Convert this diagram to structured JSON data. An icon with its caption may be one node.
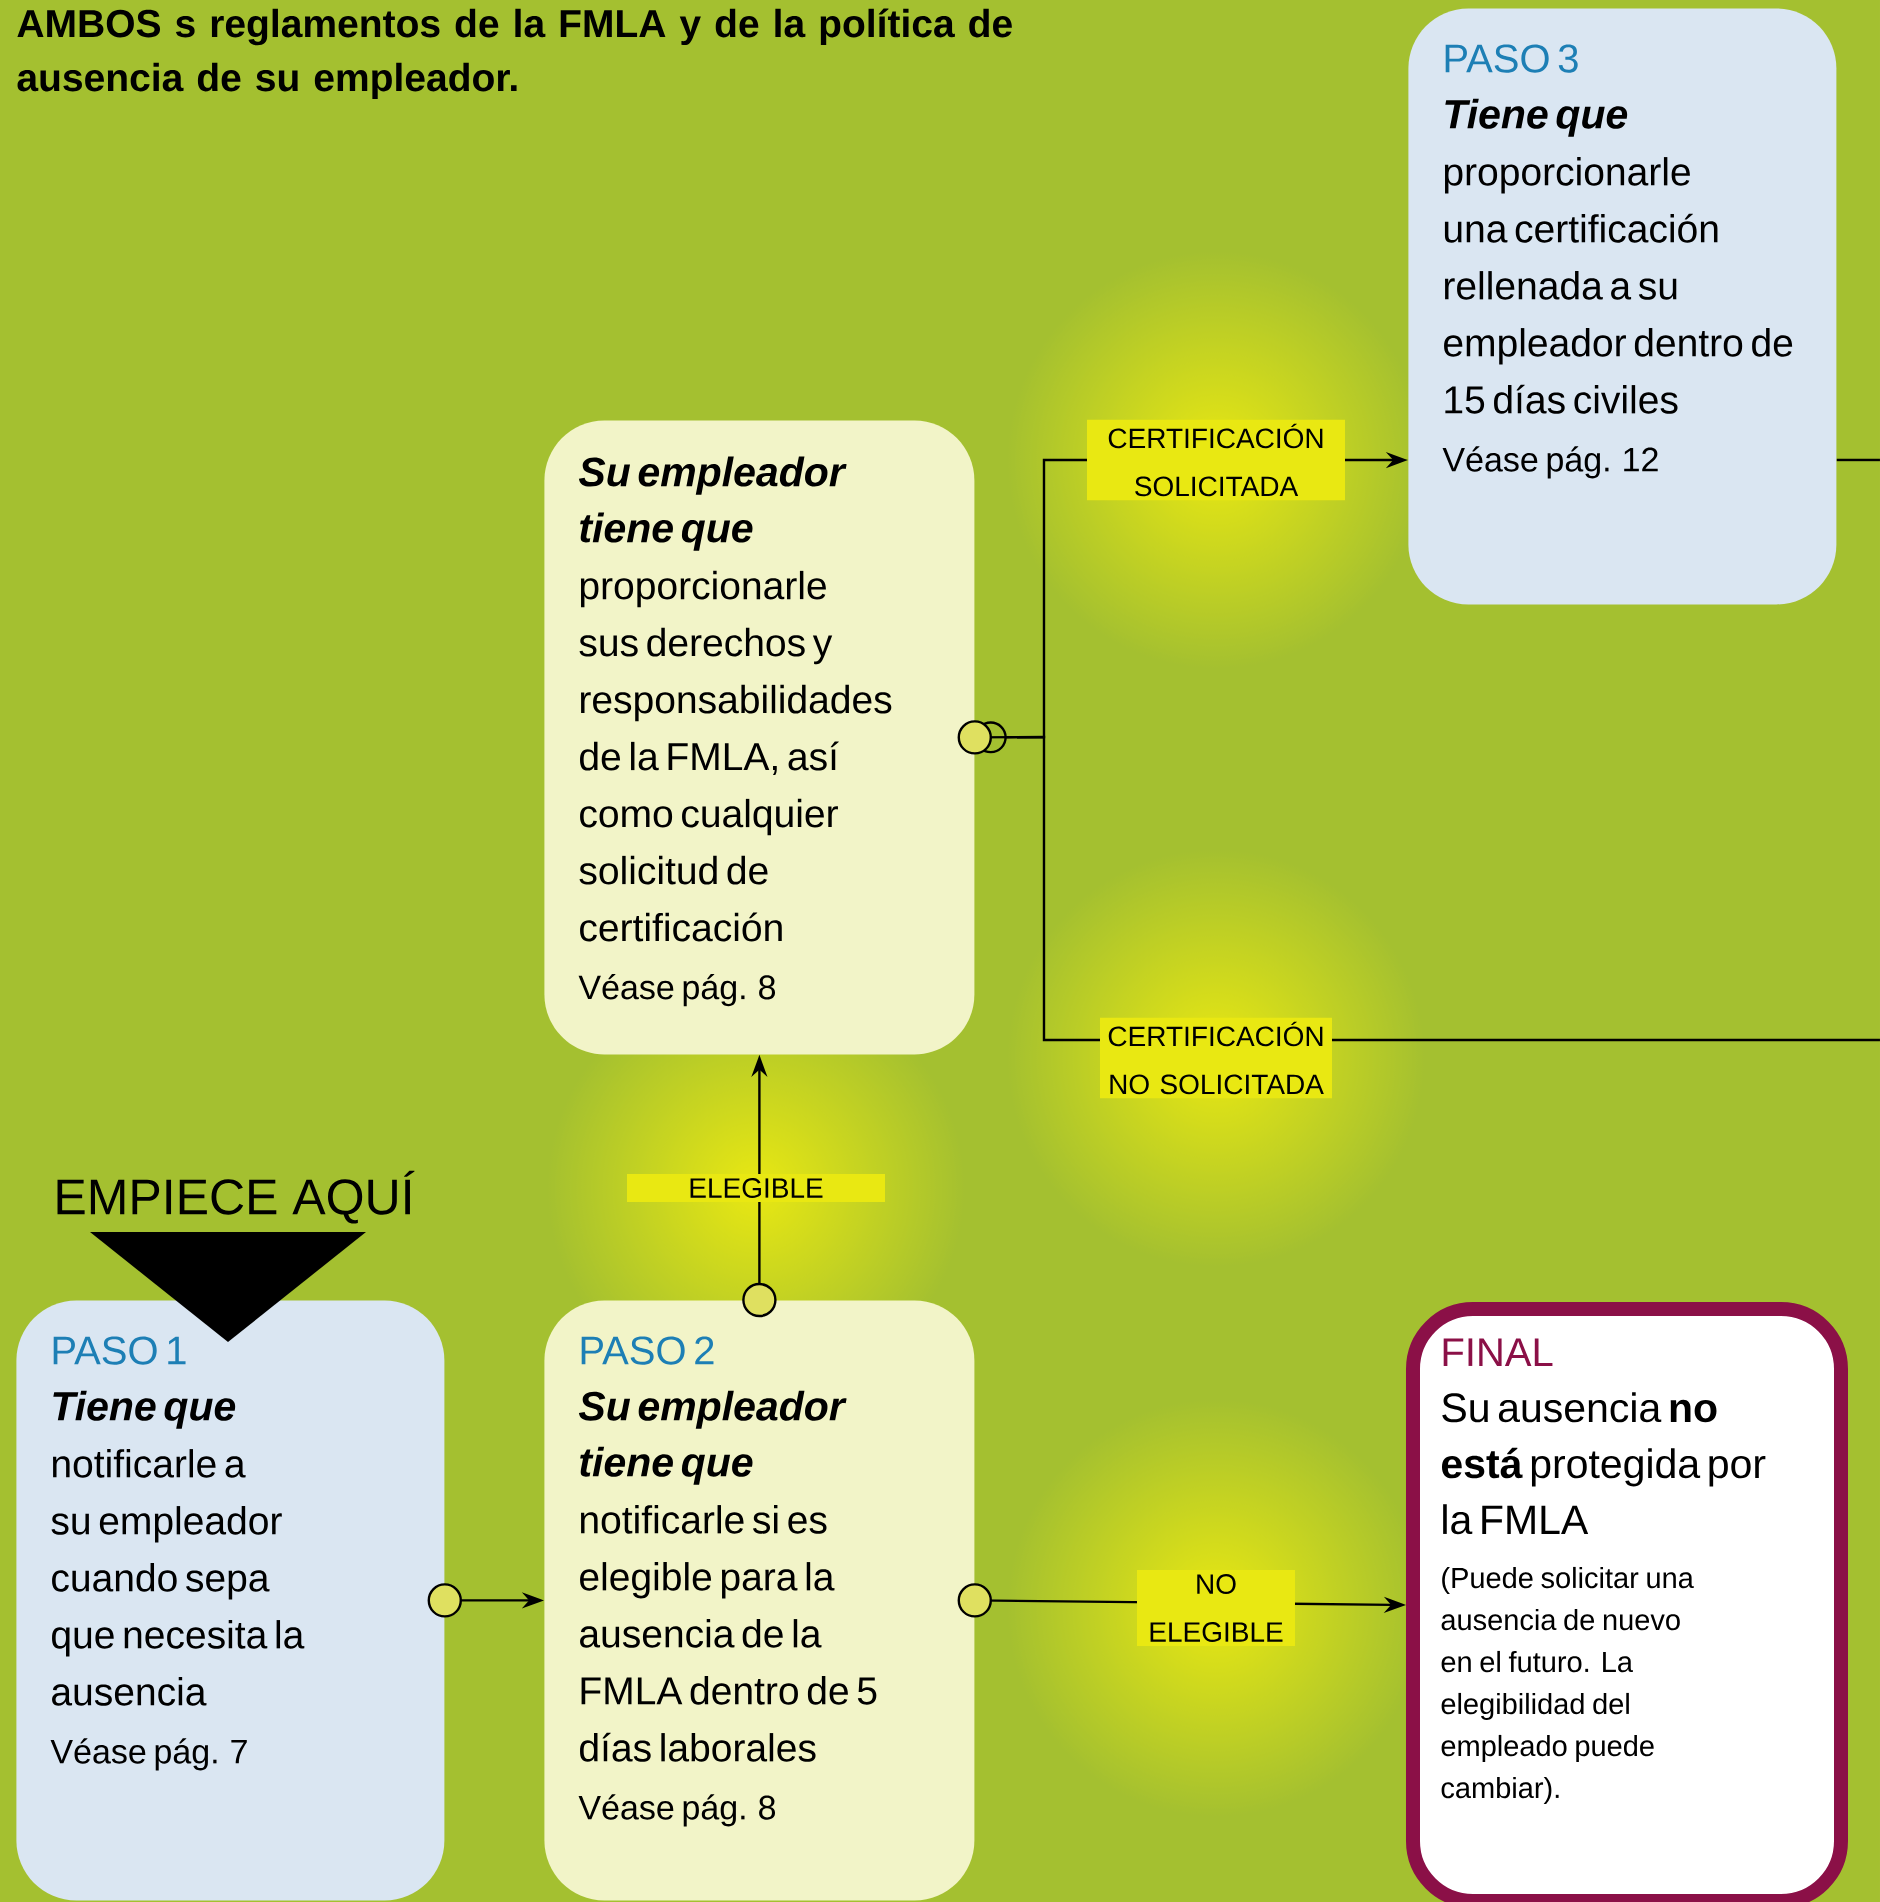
{
  "diagram": {
    "nodes": [
      {
        "text": [
          "PASO 1",
          "Tiene que",
          "notificarle  a su empleador cuando sepa que necesita la ausencia",
          "Véase pág. 7"
        ]
      },
      {
        "text": [
          "PASO 2",
          "Su empleador tiene que",
          "notificarle si es elegible para la ausencia de la FMLA dentro de 5 días laborales",
          "Véase pág. 8"
        ]
      },
      {
        "text": [
          "Su empleador tiene que",
          "proporcionarle sus derechos y responsabilidades de la FMLA, así como cualquier solicitud de certificación",
          "Véase pág. 8"
        ]
      },
      {
        "text": [
          "PASO 3",
          "Tiene que",
          "proporcionarle una certificación rellenada a su empleador dentro de 15 días civiles",
          "Véase pág. 12"
        ]
      },
      {
        "text": [
          "FINAL",
          "Su ausencia **no está** protegida por la FMLA",
          "(Puede solicitar una ausencia de nuevo en el futuro. La elegibilidad del empleado puede cambiar)."
        ]
      }
    ],
    "edges": [
      {
        "from": 0,
        "to": 1,
        "arrow": "to"
      },
      {
        "from": 1,
        "to": 2,
        "arrow": "to",
        "label": "ELEGIBLE"
      },
      {
        "from": 1,
        "to": 4,
        "arrow": "to",
        "label": "NO ELEGIBLE"
      },
      {
        "from": 2,
        "to": 3,
        "arrow": "to",
        "label": "CERTIFICACIÓN SOLICITADA"
      },
      {
        "from": 2,
        "to": null,
        "arrow": "other",
        "label": "CERTIFICACIÓN NO SOLICITADA"
      },
      {
        "from": 3,
        "to": null,
        "arrow": "none"
      }
    ],
    "labels": [
      "AMBOS s reglamentos de la FMLA y de la política de ausencia de su empleador.",
      "EMPIECE AQUÍ"
    ]
  }
}
